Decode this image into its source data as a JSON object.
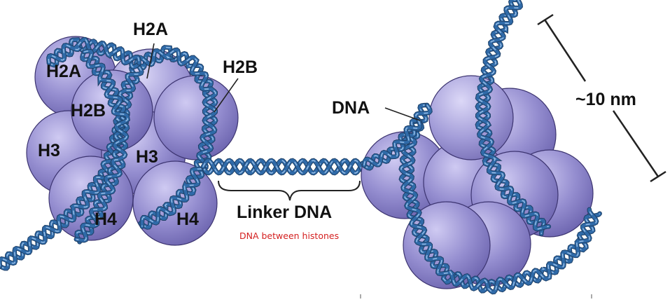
{
  "labels": {
    "h2a_top": "H2A",
    "h2a_left": "H2A",
    "h2b_right": "H2B",
    "h2b_inner": "H2B",
    "h3_left": "H3",
    "h3_center": "H3",
    "h4_left": "H4",
    "h4_right": "H4",
    "dna": "DNA",
    "scale": "~10 nm",
    "linker": "Linker DNA",
    "linker_note": "DNA between histones"
  },
  "colors": {
    "histone_fill": "#8f88cc",
    "histone_dark": "#6a62ad",
    "histone_light": "#c9c4ee",
    "dna_strand": "#2f6aa8",
    "dna_highlight": "#9ec3ea",
    "note_red": "#d42020"
  }
}
